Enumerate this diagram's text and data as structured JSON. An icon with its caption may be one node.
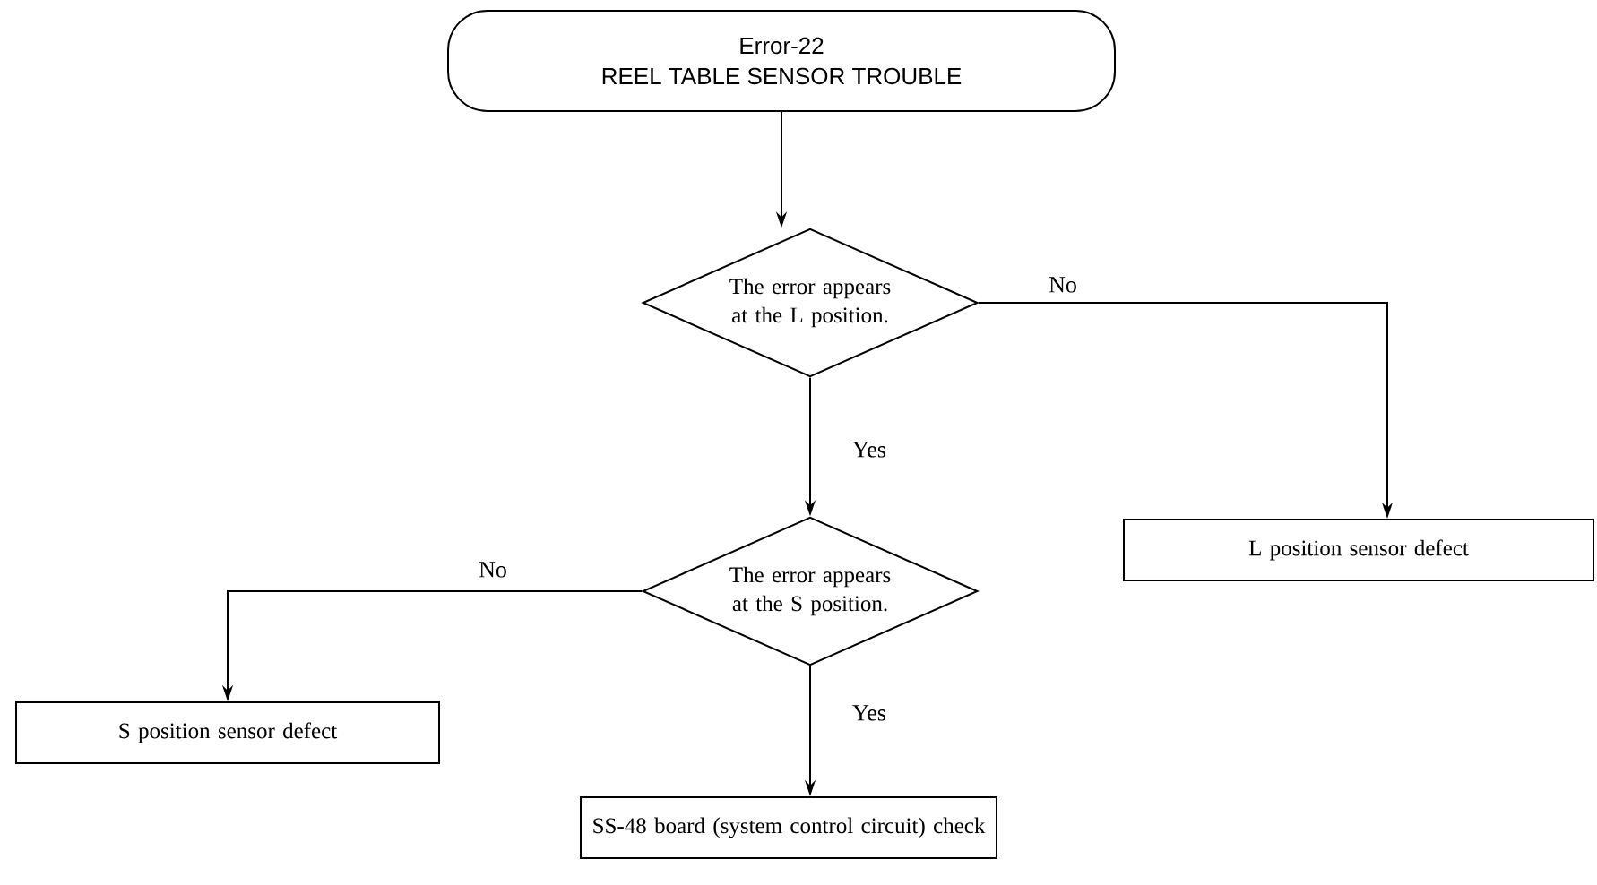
{
  "diagram": {
    "nodes": [
      {
        "text": [
          "Error-22",
          "REEL TABLE SENSOR TROUBLE"
        ]
      },
      {
        "text": [
          "The error appears at the L position."
        ]
      },
      {
        "text": [
          "L position sensor defect"
        ]
      },
      {
        "text": [
          "The error appears at the S position."
        ]
      },
      {
        "text": [
          "S position sensor defect"
        ]
      },
      {
        "text": [
          "SS-48 board (system control circuit) check"
        ]
      }
    ],
    "edges": [
      {
        "from": 0,
        "to": 1,
        "arrow": "to"
      },
      {
        "from": 1,
        "to": 2,
        "arrow": "to",
        "label": "No"
      },
      {
        "from": 1,
        "to": 3,
        "arrow": "to",
        "label": "Yes"
      },
      {
        "from": 3,
        "to": 4,
        "arrow": "to",
        "label": "No"
      },
      {
        "from": 3,
        "to": 5,
        "arrow": "to",
        "label": "Yes"
      }
    ]
  }
}
